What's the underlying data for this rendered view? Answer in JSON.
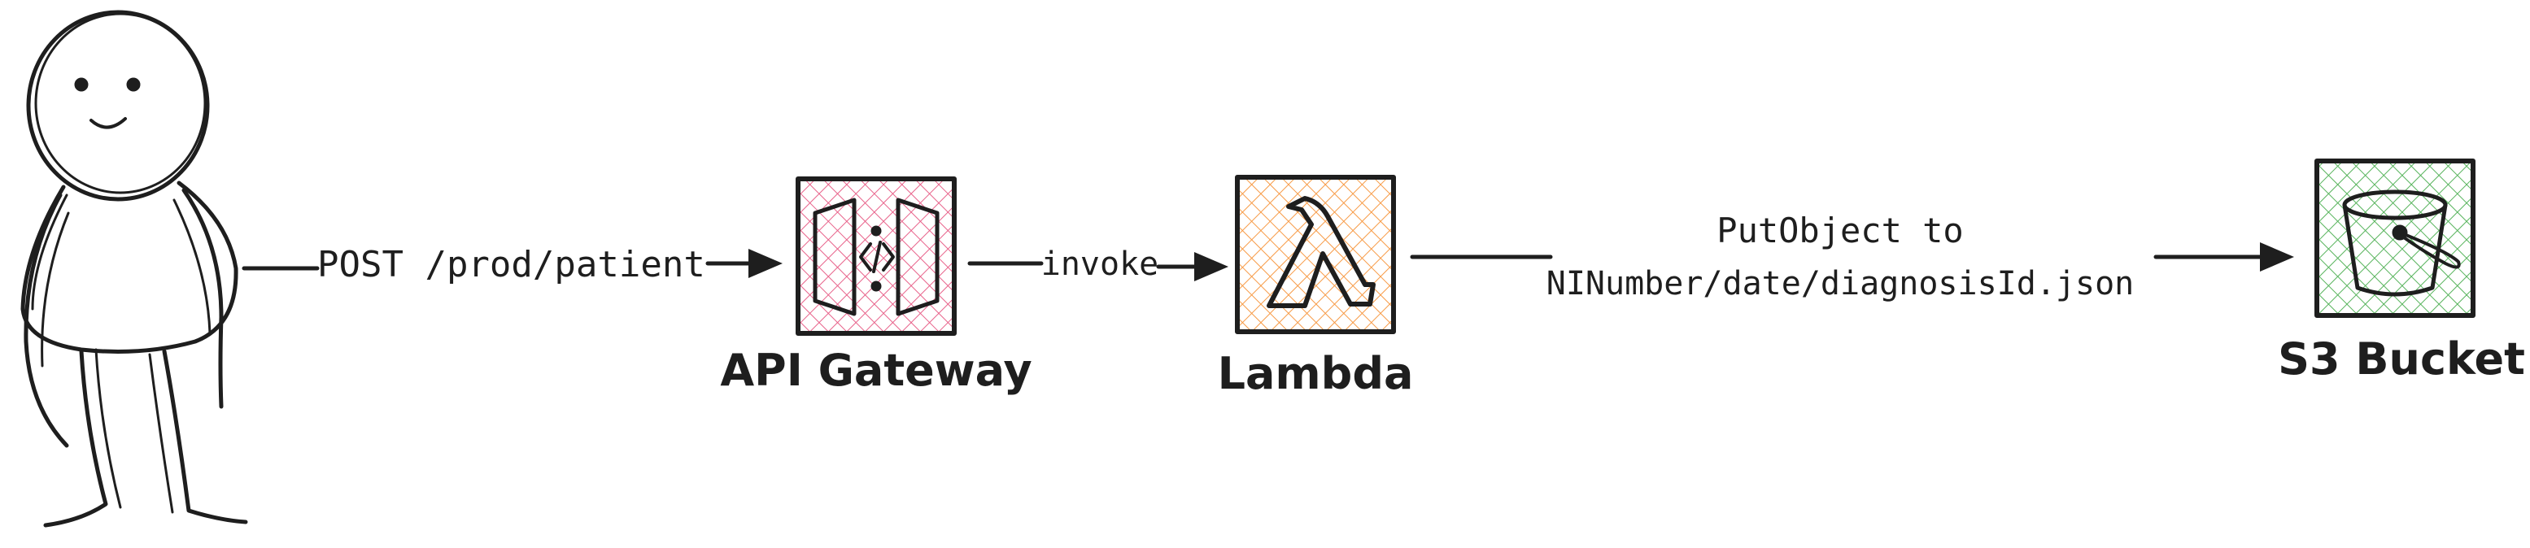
{
  "diagram": {
    "nodes": {
      "user": {
        "label": ""
      },
      "api_gateway": {
        "label": "API Gateway",
        "icon": "api-gateway-icon",
        "color": "#e8628a"
      },
      "lambda": {
        "label": "Lambda",
        "icon": "lambda-icon",
        "color": "#f79a45"
      },
      "s3": {
        "label": "S3 Bucket",
        "icon": "bucket-icon",
        "color": "#56b35b"
      }
    },
    "edges": {
      "post": {
        "label": "POST /prod/patient"
      },
      "invoke": {
        "label": "invoke"
      },
      "put": {
        "label_line1": "PutObject to",
        "label_line2": "NINumber/date/diagnosisId.json"
      }
    }
  }
}
